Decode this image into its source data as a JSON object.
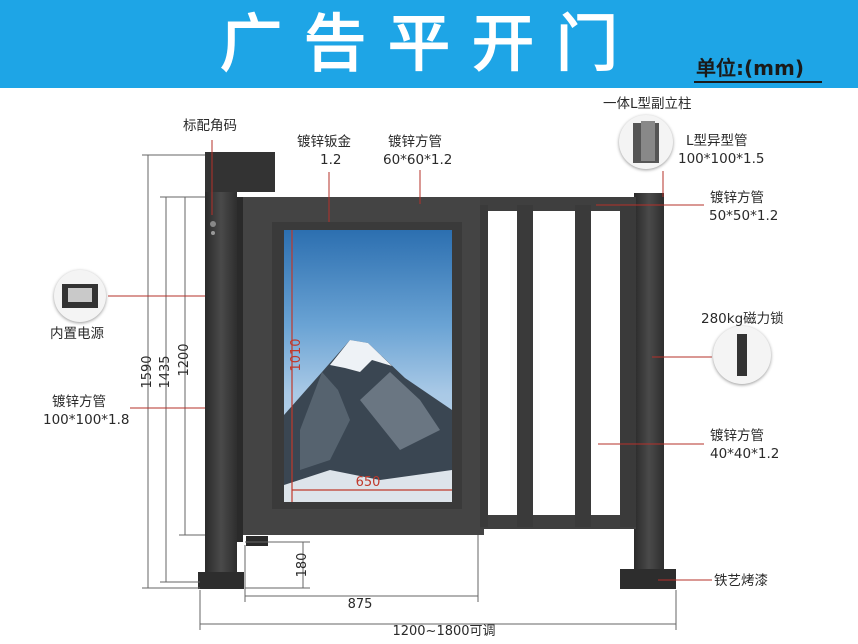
{
  "header": {
    "title": "广告平开门",
    "unit": "单位:(mm)"
  },
  "labels": {
    "corner_code": "标配角码",
    "plate_name": "镀锌钣金",
    "plate_spec": "1.2",
    "frame_tube_name": "镀锌方管",
    "frame_tube_spec": "60*60*1.2",
    "aux_post_title": "一体L型副立柱",
    "l_tube_name": "L型异型管",
    "l_tube_spec": "100*100*1.5",
    "top_tube_name": "镀锌方管",
    "top_tube_spec": "50*50*1.2",
    "power_supply": "内置电源",
    "lock": "280kg磁力锁",
    "main_post_name": "镀锌方管",
    "main_post_spec": "100*100*1.8",
    "bar_tube_name": "镀锌方管",
    "bar_tube_spec": "40*40*1.2",
    "paint": "铁艺烤漆"
  },
  "dimensions": {
    "h_total": "1590",
    "h_post": "1435",
    "h_door": "1200",
    "h_panel": "1010",
    "w_panel": "650",
    "h_gap": "180",
    "w_door": "875",
    "w_range": "1200~1800可调"
  },
  "colors": {
    "banner": "#1ea5e6",
    "leader": "#b5302a",
    "metal": "#3a3a3a",
    "dim_line": "#555555"
  }
}
